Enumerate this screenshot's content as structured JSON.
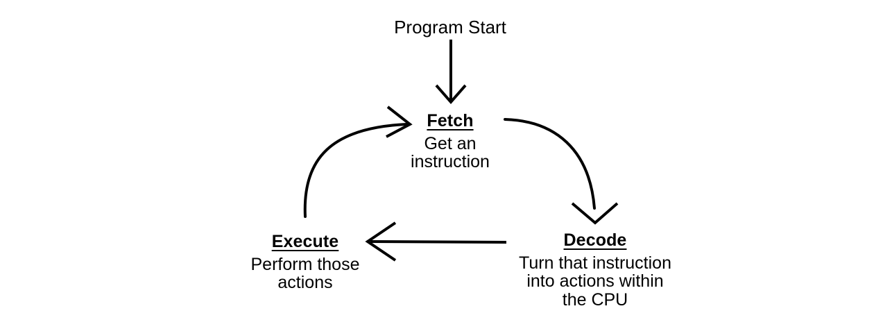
{
  "diagram": {
    "title_text": "Program Start",
    "background_color": "#ffffff",
    "stroke_color": "#000000",
    "entry": {
      "label": "Program Start",
      "arrow_name": "program-start-arrow"
    },
    "nodes": [
      {
        "id": "fetch",
        "title": "Fetch",
        "description": "Get an\ninstruction"
      },
      {
        "id": "decode",
        "title": "Decode",
        "description": "Turn that instruction\ninto actions within\nthe CPU"
      },
      {
        "id": "execute",
        "title": "Execute",
        "description": "Perform those\nactions"
      }
    ],
    "edges": [
      {
        "id": "fetch-to-decode",
        "from": "Fetch",
        "to": "Decode",
        "style": "curved"
      },
      {
        "id": "decode-to-execute",
        "from": "Decode",
        "to": "Execute",
        "style": "straight"
      },
      {
        "id": "execute-to-fetch",
        "from": "Execute",
        "to": "Fetch",
        "style": "curved"
      }
    ]
  }
}
